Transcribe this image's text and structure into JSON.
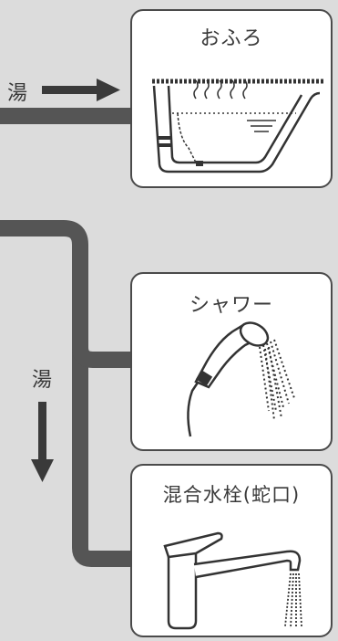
{
  "bath": {
    "title": "おふろ",
    "label": "湯"
  },
  "shower": {
    "title": "シャワー"
  },
  "faucet": {
    "title": "混合水栓(蛇口)"
  },
  "vertical_label": "湯",
  "colors": {
    "background": "#dcdcdc",
    "pipe": "#555555",
    "card_border": "#4a4a4a",
    "card_fill": "#ffffff",
    "line_art": "#333333"
  }
}
